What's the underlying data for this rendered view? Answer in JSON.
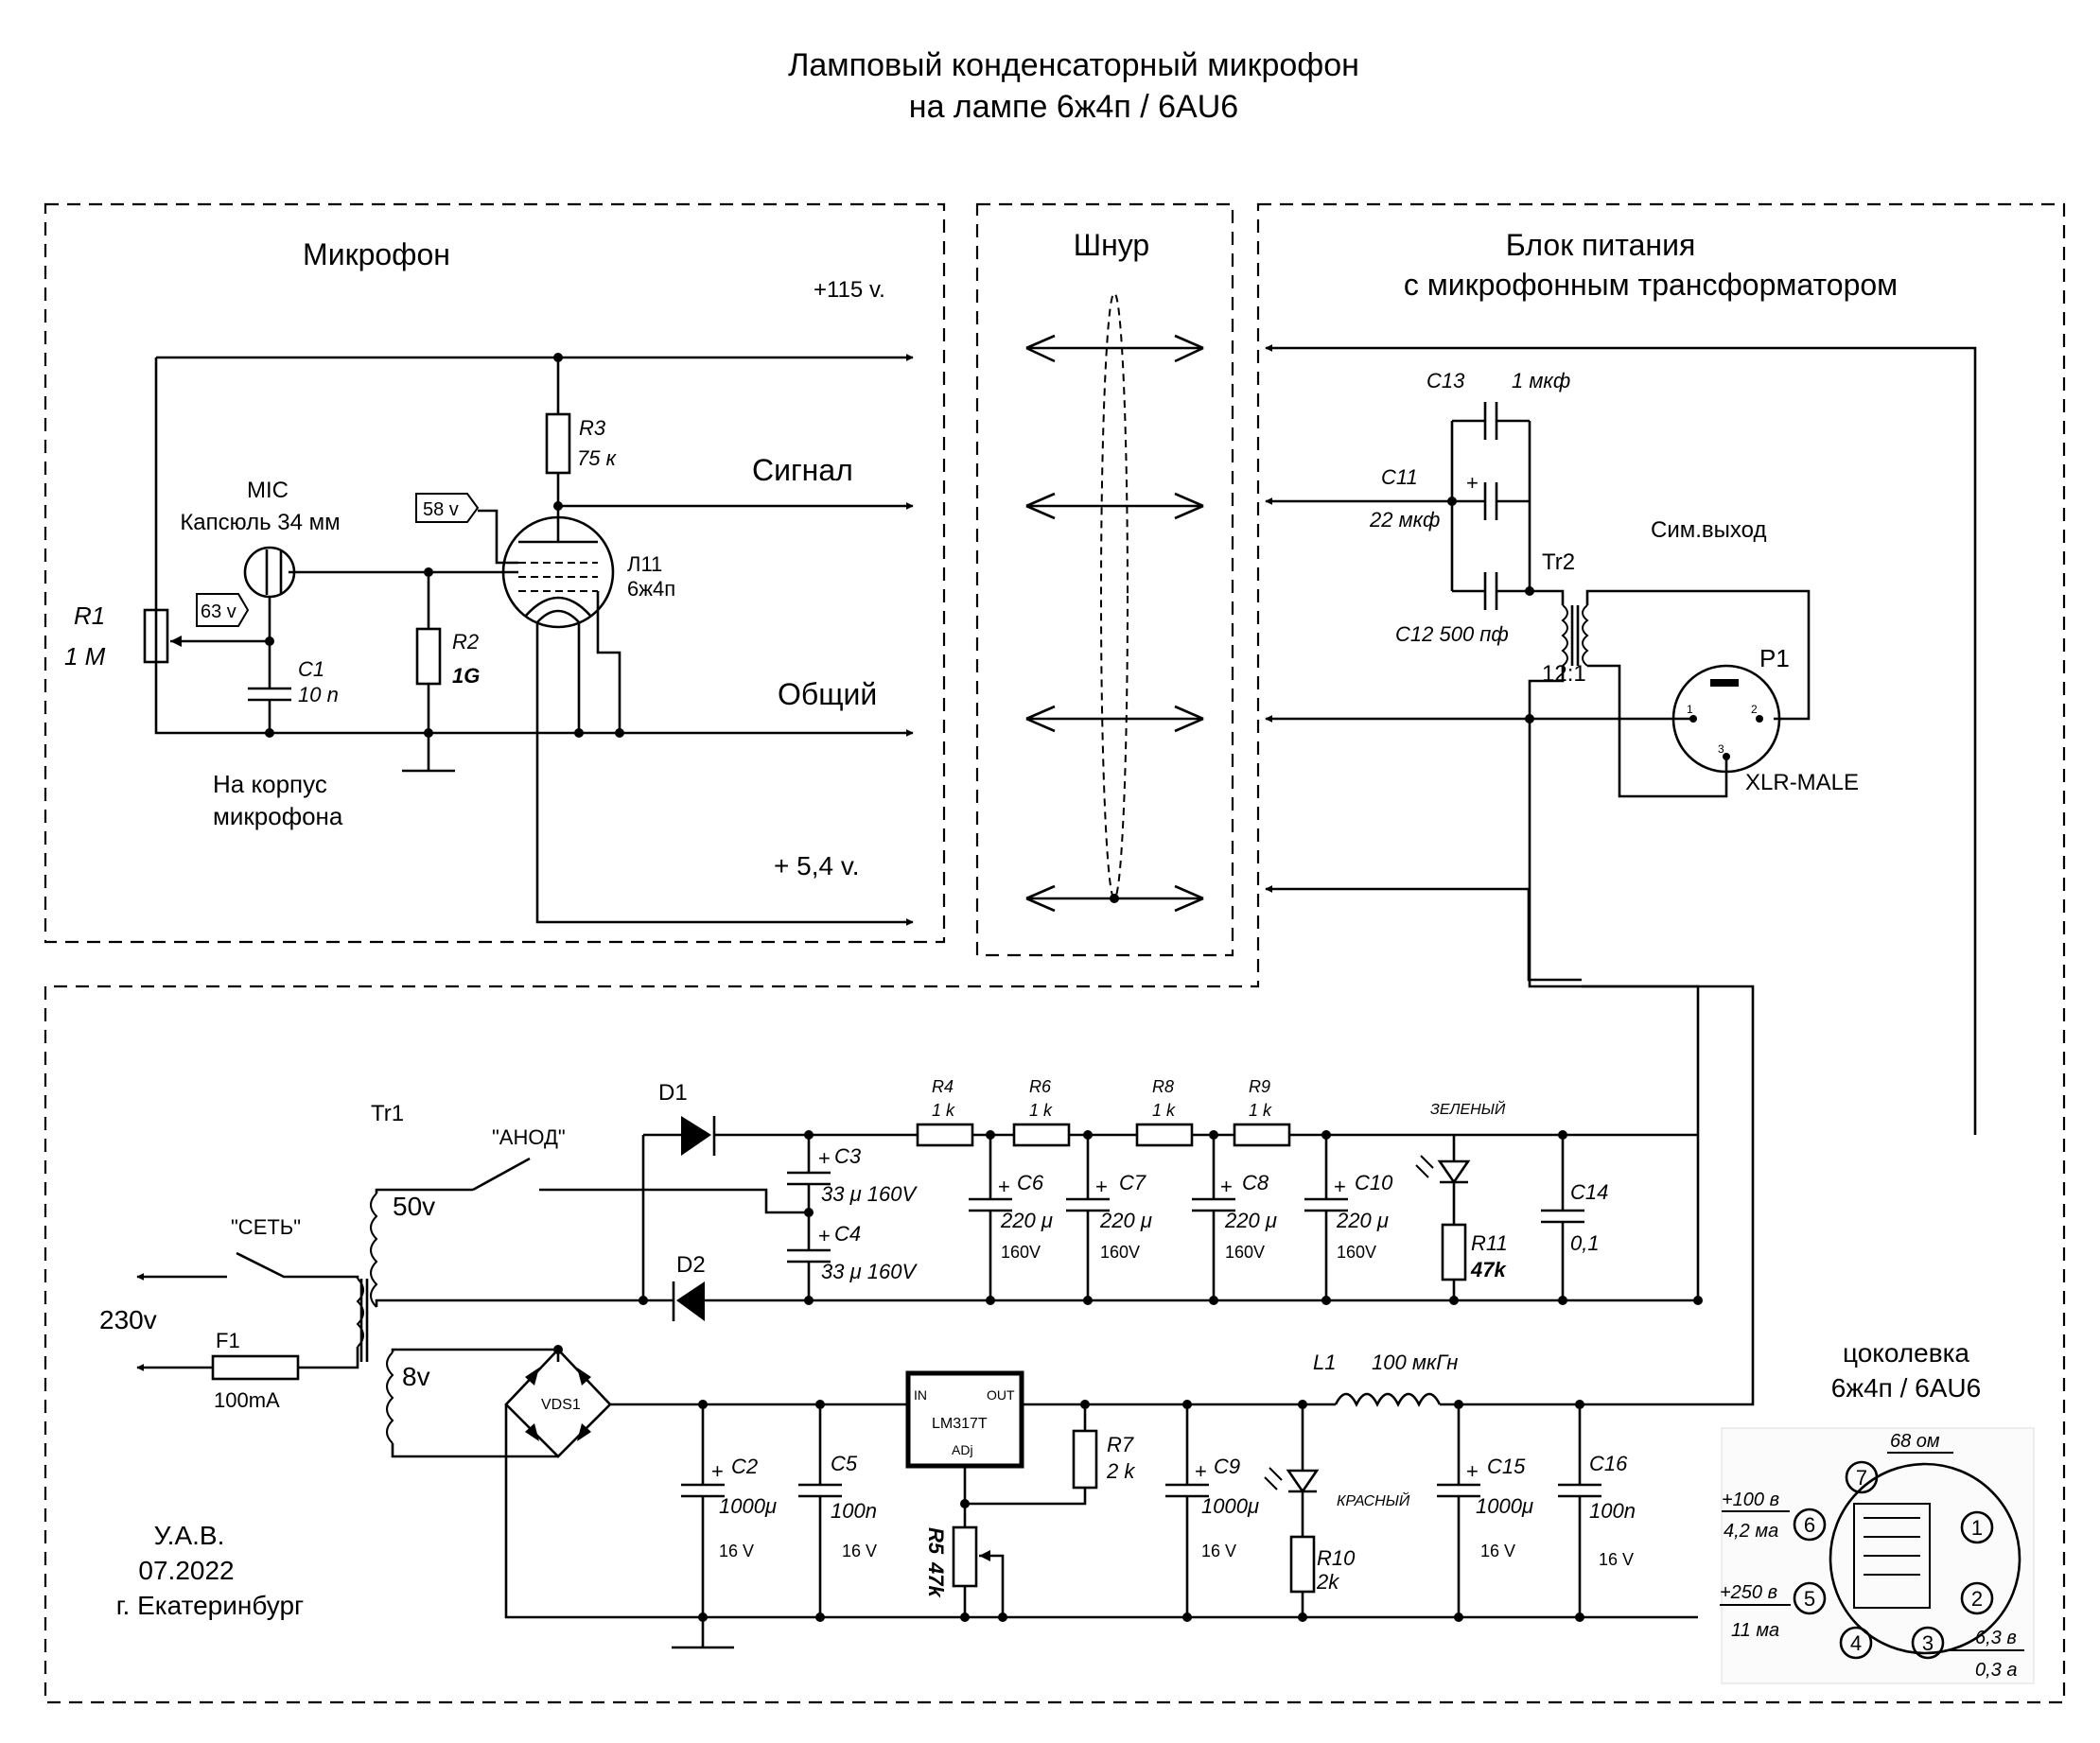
{
  "title": {
    "line1": "Ламповый конденсаторный микрофон",
    "line2": "на лампе 6ж4п / 6AU6"
  },
  "sections": {
    "mic": "Микрофон",
    "cord": "Шнур",
    "psu_line1": "Блок питания",
    "psu_line2": "с микрофонным трансформатором"
  },
  "mic": {
    "v115": "+115 v.",
    "signal": "Сигнал",
    "common": "Общий",
    "heater": "+ 5,4 v.",
    "mic_label": "MIC",
    "capsule": "Капсюль 34 мм",
    "tag58": "58 v",
    "tag63": "63 v",
    "r1": "R1",
    "r1v": "1 M",
    "c1": "C1",
    "c1v": "10 n",
    "r2": "R2",
    "r2v": "1G",
    "r3": "R3",
    "r3v": "75 к",
    "tube": "Л11",
    "tubev": "6ж4п",
    "ground1": "На корпус",
    "ground2": "микрофона"
  },
  "psu_top": {
    "c13": "C13",
    "c13v": "1 мкф",
    "c11": "C11",
    "c11v": "22 мкф",
    "c12": "C12 500 пф",
    "tr2": "Tr2",
    "ratio": "12:1",
    "symout": "Сим.выход",
    "p1": "P1",
    "xlr": "XLR-MALE",
    "pin1": "1",
    "pin2": "2",
    "pin3": "3"
  },
  "power": {
    "tr1": "Tr1",
    "anod": "\"АНОД\"",
    "set": "\"СЕТЬ\"",
    "v50": "50v",
    "v8": "8v",
    "v230": "230v",
    "f1": "F1",
    "f1v": "100mA",
    "d1": "D1",
    "d2": "D2",
    "c3": "C3",
    "c3v": "33 μ 160V",
    "c4": "C4",
    "c4v": "33 μ 160V",
    "r4": "R4",
    "r6": "R6",
    "r8": "R8",
    "r9": "R9",
    "rk": "1 k",
    "c6": "C6",
    "c7": "C7",
    "c8": "C8",
    "c10": "C10",
    "cv220": "220 μ",
    "v160": "160V",
    "green": "ЗЕЛЕНЫЙ",
    "r11": "R11",
    "r11v": "47k",
    "c14": "C14",
    "c14v": "0,1",
    "vds": "VDS1",
    "c2": "C2",
    "c2v": "1000μ",
    "c5": "C5",
    "c5v": "100n",
    "v16": "16 V",
    "lm": "LM317T",
    "in": "IN",
    "out": "OUT",
    "adj": "ADj",
    "r7": "R7",
    "r7v": "2 k",
    "r5": "R5",
    "r5v": "47k",
    "c9": "C9",
    "c9v": "1000μ",
    "red": "КРАСНЫЙ",
    "r10": "R10",
    "r10v": "2k",
    "l1": "L1",
    "l1v": "100 мкГн",
    "c15": "C15",
    "c15v": "1000μ",
    "c16": "C16",
    "c16v": "100n",
    "plus": "+"
  },
  "author": {
    "name": "У.А.В.",
    "date": "07.2022",
    "city": "г. Екатеринбург"
  },
  "pinout": {
    "title1": "цоколевка",
    "title2": "6ж4п / 6AU6",
    "r68": "68 ом",
    "v100": "+100 в",
    "ma42": "4,2 ма",
    "v250": "+250 в",
    "ma11": "11 ма",
    "v63": "6,3 в",
    "a03": "0,3 а",
    "n1": "1",
    "n2": "2",
    "n3": "3",
    "n4": "4",
    "n5": "5",
    "n6": "6",
    "n7": "7"
  }
}
